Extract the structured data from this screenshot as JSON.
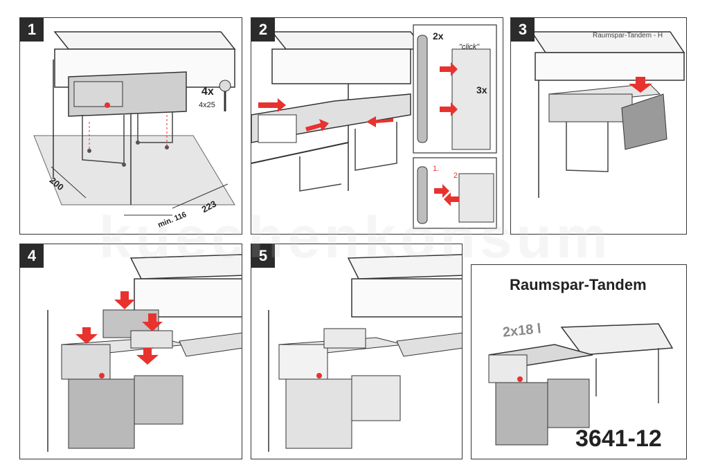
{
  "steps": [
    {
      "number": "1",
      "screw_count": "4x",
      "screw_size": "4x25",
      "dim_depth": "200",
      "dim_min": "min. 116",
      "dim_width": "223"
    },
    {
      "number": "2",
      "clip_count_a": "2x",
      "click_label": "\"click\"",
      "clip_count_b": "3x",
      "step_one": "1.",
      "step_two": "2."
    },
    {
      "number": "3",
      "brand_label": "Raumspar-Tandem - H"
    },
    {
      "number": "4"
    },
    {
      "number": "5"
    }
  ],
  "product": {
    "name": "Raumspar-Tandem",
    "capacity": "2x18 l",
    "article_number": "3641-12"
  },
  "watermark": "kuechenkonsum",
  "colors": {
    "accent_red": "#e8322e",
    "bin_gray": "#b9b9b9",
    "line": "#333333"
  }
}
